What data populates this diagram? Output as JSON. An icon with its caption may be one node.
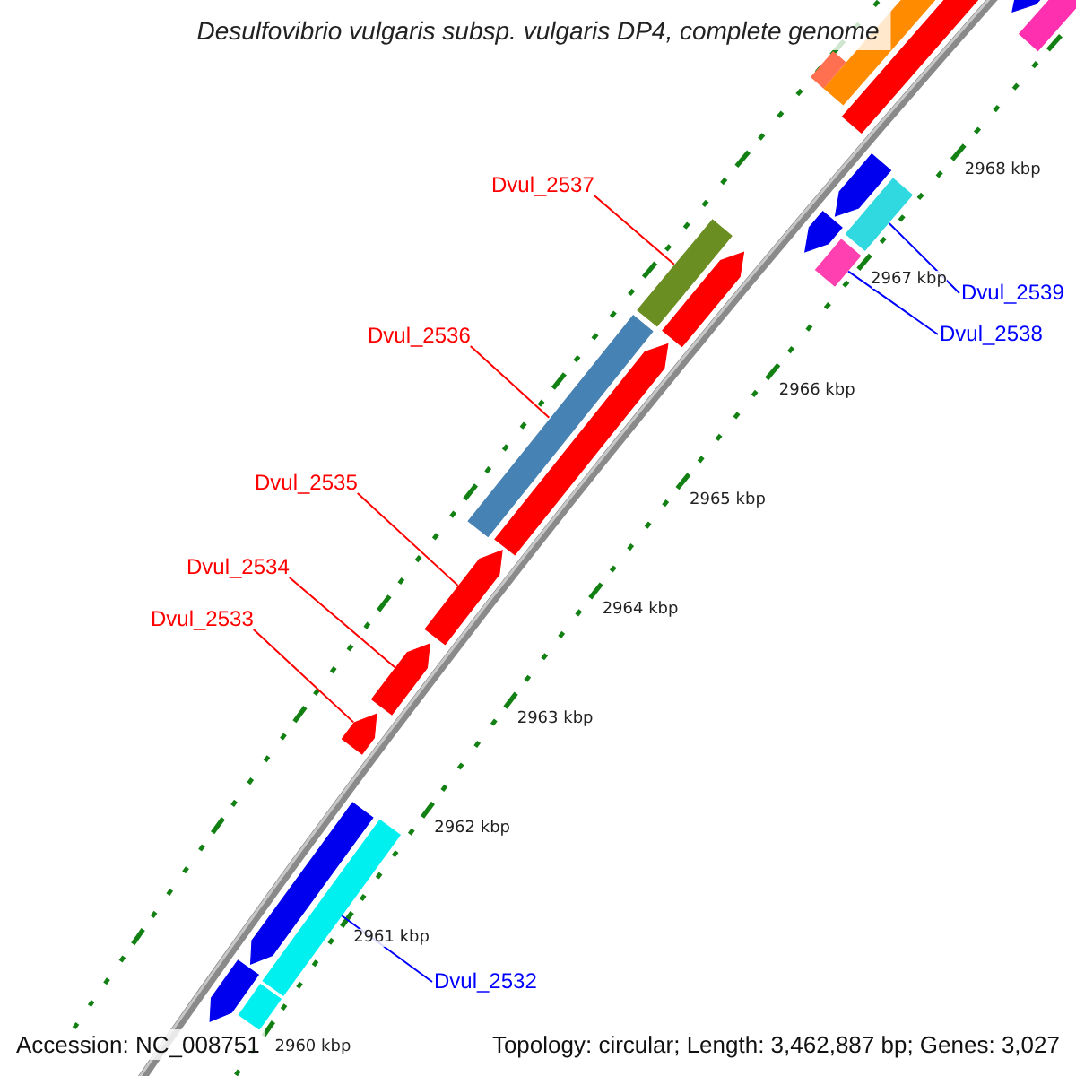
{
  "diagram": {
    "title": "Desulfovibrio vulgaris subsp. vulgaris DP4, complete genome",
    "nodes": [
      {
        "text": [
          "Dvul_2537"
        ]
      },
      {
        "text": [
          "Dvul_2539"
        ]
      },
      {
        "text": [
          "Dvul_2538"
        ]
      },
      {
        "text": [
          "Dvul_2536"
        ]
      },
      {
        "text": [
          "Dvul_2535"
        ]
      },
      {
        "text": [
          "Dvul_2534"
        ]
      },
      {
        "text": [
          "Dvul_2533"
        ]
      },
      {
        "text": [
          "Dvul_2532"
        ]
      },
      {
        "text": [],
        "shape": "bar"
      },
      {
        "text": [],
        "shape": "bar"
      },
      {
        "text": [],
        "shape": "bar"
      },
      {
        "text": [],
        "shape": "bar"
      },
      {
        "text": [],
        "shape": "arrow"
      },
      {
        "text": [],
        "shape": "arrow"
      },
      {
        "text": [],
        "shape": "arrow"
      },
      {
        "text": [],
        "shape": "bar"
      },
      {
        "text": [],
        "shape": "arrow"
      },
      {
        "text": [],
        "shape": "arrow"
      },
      {
        "text": [],
        "shape": "arrow"
      },
      {
        "text": [],
        "shape": "bar"
      },
      {
        "text": [],
        "shape": "bar"
      },
      {
        "text": [],
        "shape": "arrow"
      },
      {
        "text": [],
        "shape": "arrow"
      },
      {
        "text": [],
        "shape": "arrow"
      },
      {
        "text": [],
        "shape": "arrow"
      },
      {
        "text": [],
        "shape": "arrow"
      },
      {
        "text": [],
        "shape": "bar"
      },
      {
        "text": [],
        "shape": "bar"
      }
    ],
    "edges": [
      {
        "from": 0,
        "to": 8,
        "arrow": "none"
      },
      {
        "from": 1,
        "to": 9,
        "arrow": "none",
        "color": "#0000ff"
      },
      {
        "from": 2,
        "to": 10,
        "arrow": "none",
        "color": "#0000ff"
      },
      {
        "from": 3,
        "to": 11,
        "arrow": "none"
      },
      {
        "from": 4,
        "to": 12,
        "arrow": "none"
      },
      {
        "from": 5,
        "to": 13,
        "arrow": "none"
      },
      {
        "from": 6,
        "to": 14,
        "arrow": "none"
      },
      {
        "from": 7,
        "to": 15,
        "arrow": "none",
        "color": "#0000ff"
      }
    ],
    "labels": [
      "2968 kbp",
      "2967 kbp",
      "2966 kbp",
      "2965 kbp",
      "2964 kbp",
      "2963 kbp",
      "2962 kbp",
      "2961 kbp",
      "2960 kbp",
      "Accession: NC_008751",
      "Topology: circular; Length: 3,462,887 bp; Genes: 3,027"
    ]
  }
}
